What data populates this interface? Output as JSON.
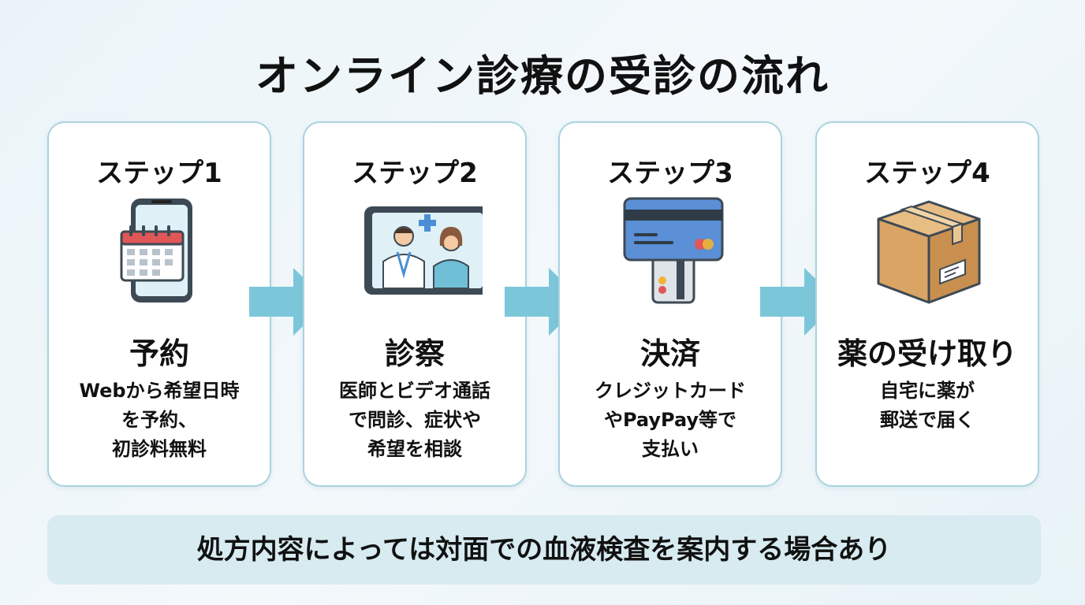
{
  "title": "オンライン診療の受診の流れ",
  "steps": [
    {
      "step": "ステップ1",
      "name": "予約",
      "desc": [
        "Webから希望日時",
        "を予約、",
        "初診料無料"
      ],
      "icon": "smartphone-calendar-icon"
    },
    {
      "step": "ステップ2",
      "name": "診察",
      "desc": [
        "医師とビデオ通話",
        "で問診、症状や",
        "希望を相談"
      ],
      "icon": "video-call-doctor-icon"
    },
    {
      "step": "ステップ3",
      "name": "決済",
      "desc": [
        "クレジットカード",
        "やPayPay等で",
        "支払い"
      ],
      "icon": "credit-card-icon"
    },
    {
      "step": "ステップ4",
      "name": "薬の受け取り",
      "desc": [
        "自宅に薬が",
        "郵送で届く"
      ],
      "icon": "package-box-icon"
    }
  ],
  "note": "処方内容によっては対面での血液検査を案内する場合あり",
  "colors": {
    "border": "#a9d3df",
    "arrow": "#7cc6da",
    "note_bg": "#d7ebf1"
  }
}
